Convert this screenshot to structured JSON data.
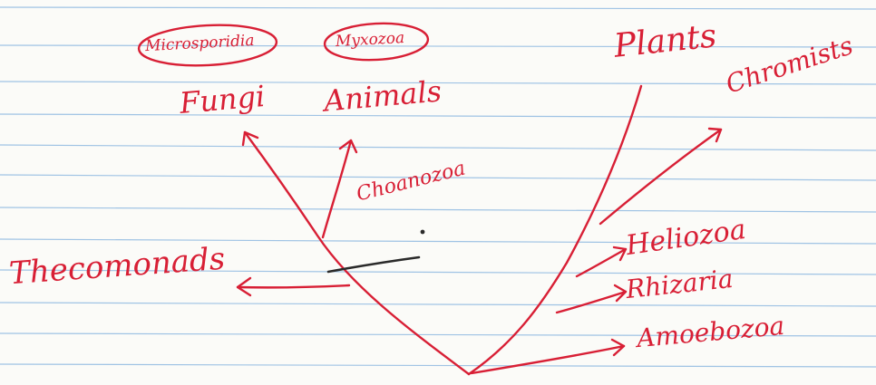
{
  "colors": {
    "ink": "#d81f35",
    "rule_line": "#9fc3e4",
    "pencil": "#2a2a2a",
    "paper": "#fbfbf8"
  },
  "labels": {
    "microsporidia": "Microsporidia",
    "myxozoa": "Myxozoa",
    "fungi": "Fungi",
    "animals": "Animals",
    "choanozoa": "Choanozoa",
    "thecomonads": "Thecomonads",
    "plants": "Plants",
    "chromists": "Chromists",
    "heliozoa": "Heliozoa",
    "rhizaria": "Rhizaria",
    "amoebozoa": "Amoebozoa"
  }
}
